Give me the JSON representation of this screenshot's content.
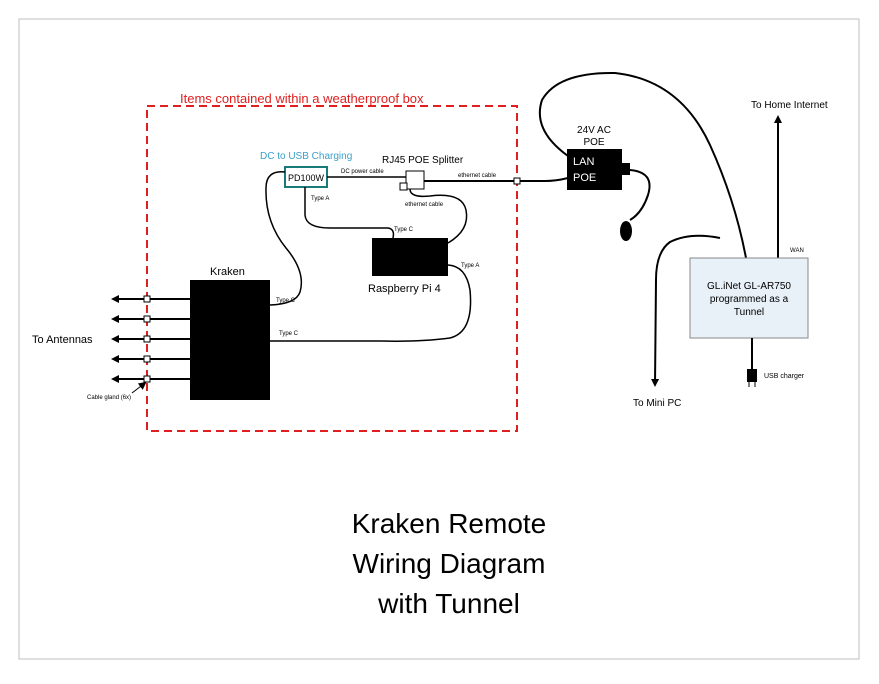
{
  "diagram": {
    "weatherproof_label": "Items contained within a weatherproof box",
    "dc_usb_charging": "DC to USB Charging",
    "pd100w": "PD100W",
    "rj45_splitter": "RJ45 POE Splitter",
    "dc_power_cable": "DC power cable",
    "ethernet_cable_1": "ethernet cable",
    "ethernet_cable_2": "ethernet cable",
    "type_a_1": "Type A",
    "type_c_1": "Type C",
    "type_a_2": "Type A",
    "type_c_2": "Type C",
    "type_c_3": "Type C",
    "kraken": "Kraken",
    "raspberry_pi": "Raspberry Pi 4",
    "to_antennas": "To Antennas",
    "cable_gland": "Cable gland (6x)",
    "poe_title_line1": "24V AC",
    "poe_title_line2": "POE",
    "poe_lan": "LAN",
    "poe_poe": "POE",
    "to_home_internet": "To Home Internet",
    "wan": "WAN",
    "router_line1": "GL.iNet GL-AR750",
    "router_line2": "programmed as a",
    "router_line3": "Tunnel",
    "usb_charger": "USB charger",
    "to_mini_pc": "To Mini PC",
    "title_line1": "Kraken Remote",
    "title_line2": "Wiring Diagram",
    "title_line3": "with Tunnel"
  },
  "colors": {
    "dashed_box": "#e02020",
    "weatherproof_text": "#e02020",
    "charging_text": "#3aa0c8",
    "pd100w_border": "#1a7a7a",
    "router_fill": "#e8f0f8",
    "router_border": "#888888"
  }
}
